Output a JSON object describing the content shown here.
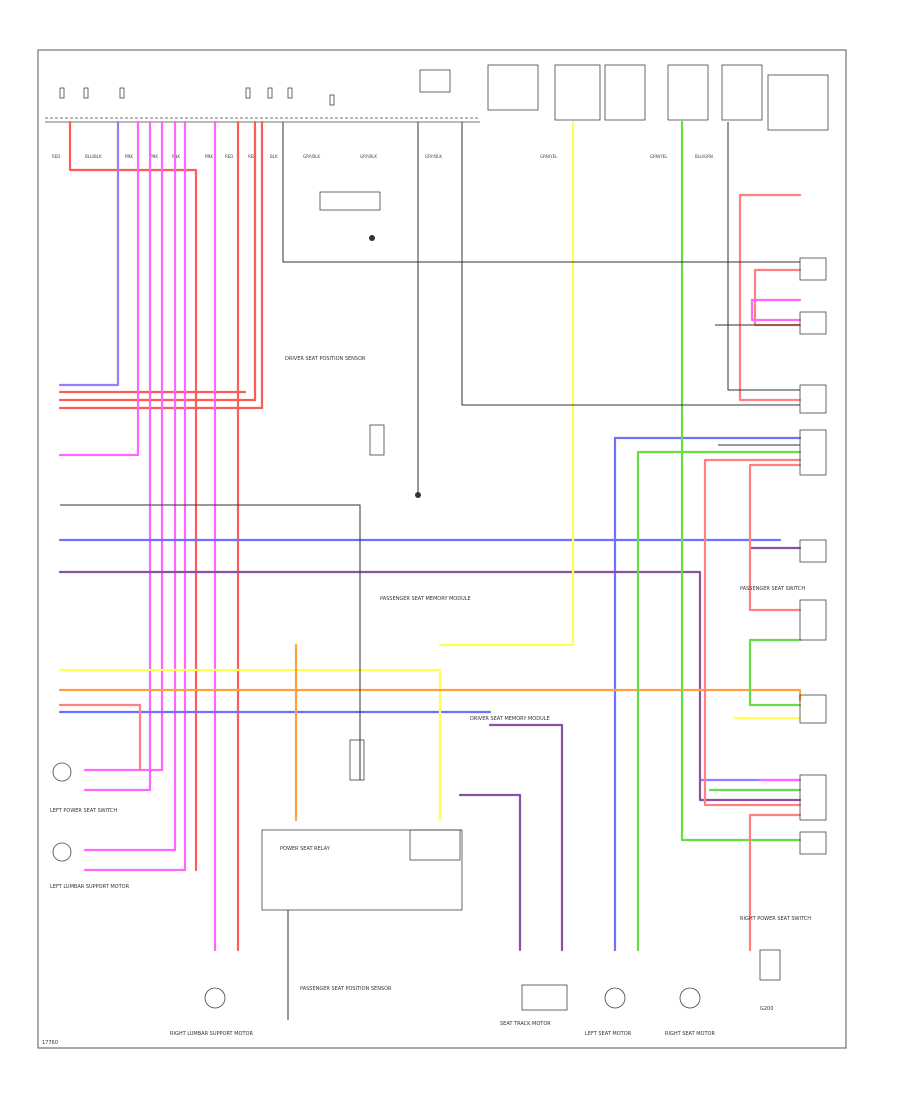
{
  "diagram": {
    "footer_code": "17760",
    "colors": {
      "red": "#ff5a5a",
      "pink": "#ff66ff",
      "violet": "#9a7cff",
      "blue": "#7070ff",
      "yellow": "#ffff55",
      "orange": "#ffa040",
      "green": "#66dd44",
      "purple": "#8a50a8",
      "salmon": "#ff8080",
      "black": "#333333",
      "gray": "#888888"
    },
    "components": [
      {
        "name": "left-power-seat-switch",
        "label": "LEFT POWER SEAT SWITCH"
      },
      {
        "name": "driver-seat-position-sensor",
        "label": "DRIVER SEAT POSITION SENSOR"
      },
      {
        "name": "left-lumbar-support",
        "label": "LEFT LUMBAR SUPPORT MOTOR"
      },
      {
        "name": "right-lumbar-support",
        "label": "RIGHT LUMBAR SUPPORT MOTOR"
      },
      {
        "name": "passenger-seat-memory-module",
        "label": "PASSENGER SEAT MEMORY MODULE"
      },
      {
        "name": "driver-seat-memory-module",
        "label": "DRIVER SEAT MEMORY MODULE"
      },
      {
        "name": "power-seat-relay",
        "label": "POWER SEAT RELAY"
      },
      {
        "name": "passenger-seat-position-sensor",
        "label": "PASSENGER SEAT POSITION SENSOR"
      },
      {
        "name": "seat-track-motor",
        "label": "SEAT TRACK MOTOR"
      },
      {
        "name": "left-seat-motor",
        "label": "LEFT SEAT MOTOR"
      },
      {
        "name": "right-seat-motor",
        "label": "RIGHT SEAT MOTOR"
      },
      {
        "name": "passenger-seat-switch",
        "label": "PASSENGER SEAT SWITCH"
      },
      {
        "name": "right-power-seat-switch",
        "label": "RIGHT POWER SEAT SWITCH"
      },
      {
        "name": "ground-point",
        "label": "G200"
      }
    ]
  }
}
